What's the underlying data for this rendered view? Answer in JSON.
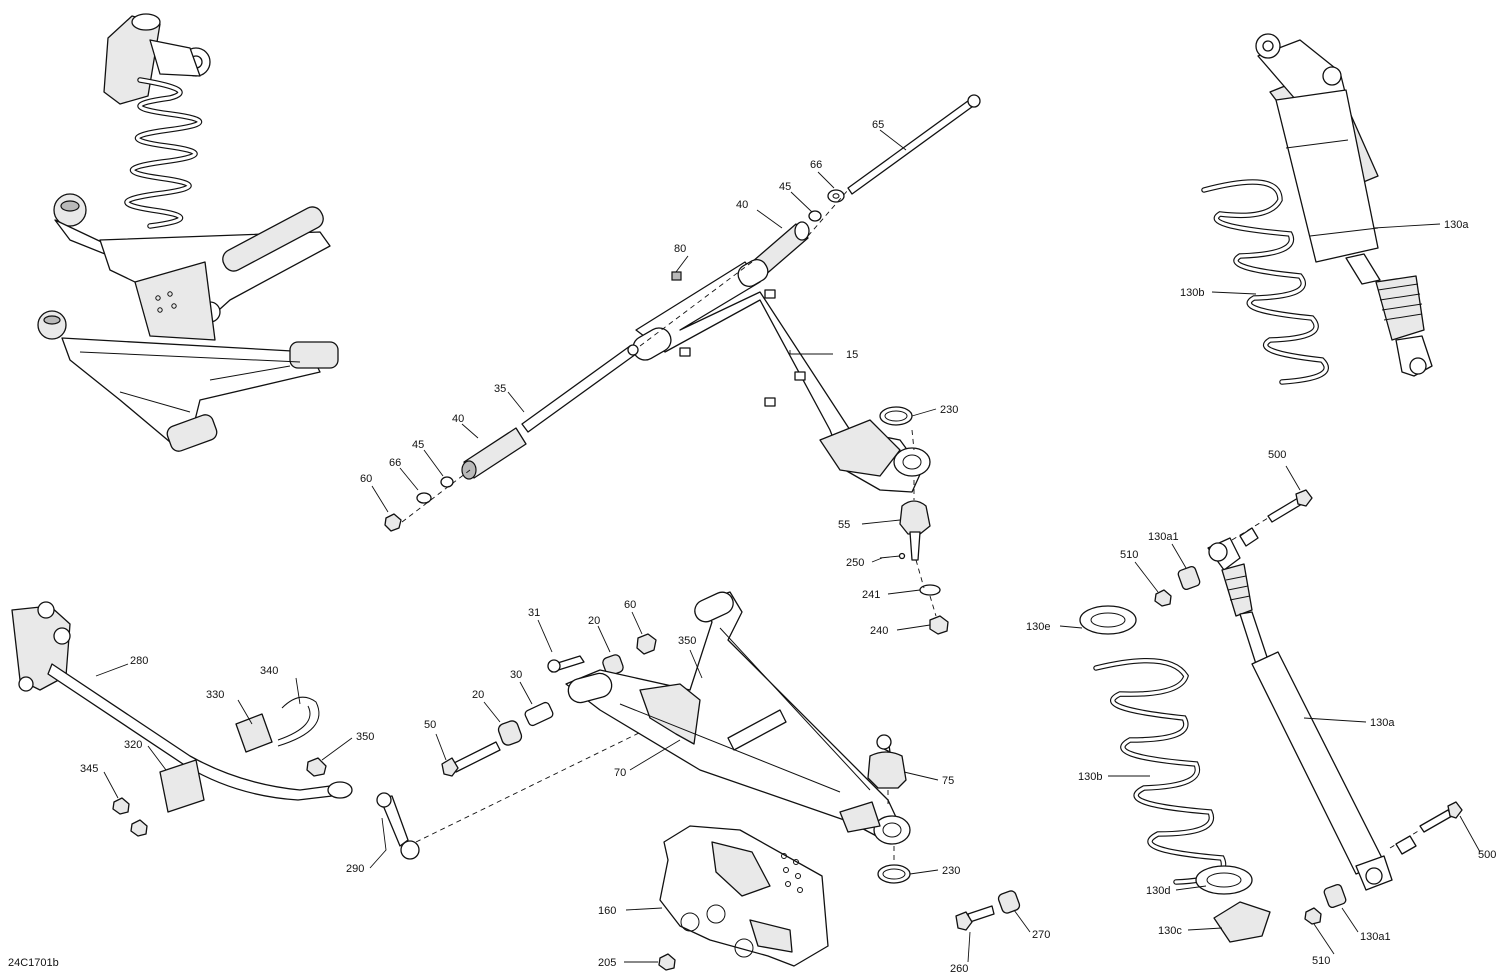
{
  "diagram_code": "24C1701b",
  "callouts": {
    "c15": "15",
    "c35": "35",
    "c40a": "40",
    "c40b": "40",
    "c45a": "45",
    "c45b": "45",
    "c60a": "60",
    "c66a": "66",
    "c66b": "66",
    "c65": "65",
    "c80": "80",
    "c55": "55",
    "c230a": "230",
    "c250": "250",
    "c241": "241",
    "c240": "240",
    "c130a_top": "130a",
    "c130b_top": "130b",
    "c500a": "500",
    "c130a1a": "130a1",
    "c510a": "510",
    "c130e": "130e",
    "c130a_bot": "130a",
    "c130b_bot": "130b",
    "c500b": "500",
    "c130d": "130d",
    "c130c": "130c",
    "c130a1b": "130a1",
    "c510b": "510",
    "c280": "280",
    "c340": "340",
    "c330": "330",
    "c350a": "350",
    "c320": "320",
    "c345": "345",
    "c290": "290",
    "c31": "31",
    "c20a": "20",
    "c60b": "60",
    "c350b": "350",
    "c20b": "20",
    "c30": "30",
    "c50": "50",
    "c70": "70",
    "c75": "75",
    "c230b": "230",
    "c160": "160",
    "c205": "205",
    "c260": "260",
    "c270": "270"
  }
}
